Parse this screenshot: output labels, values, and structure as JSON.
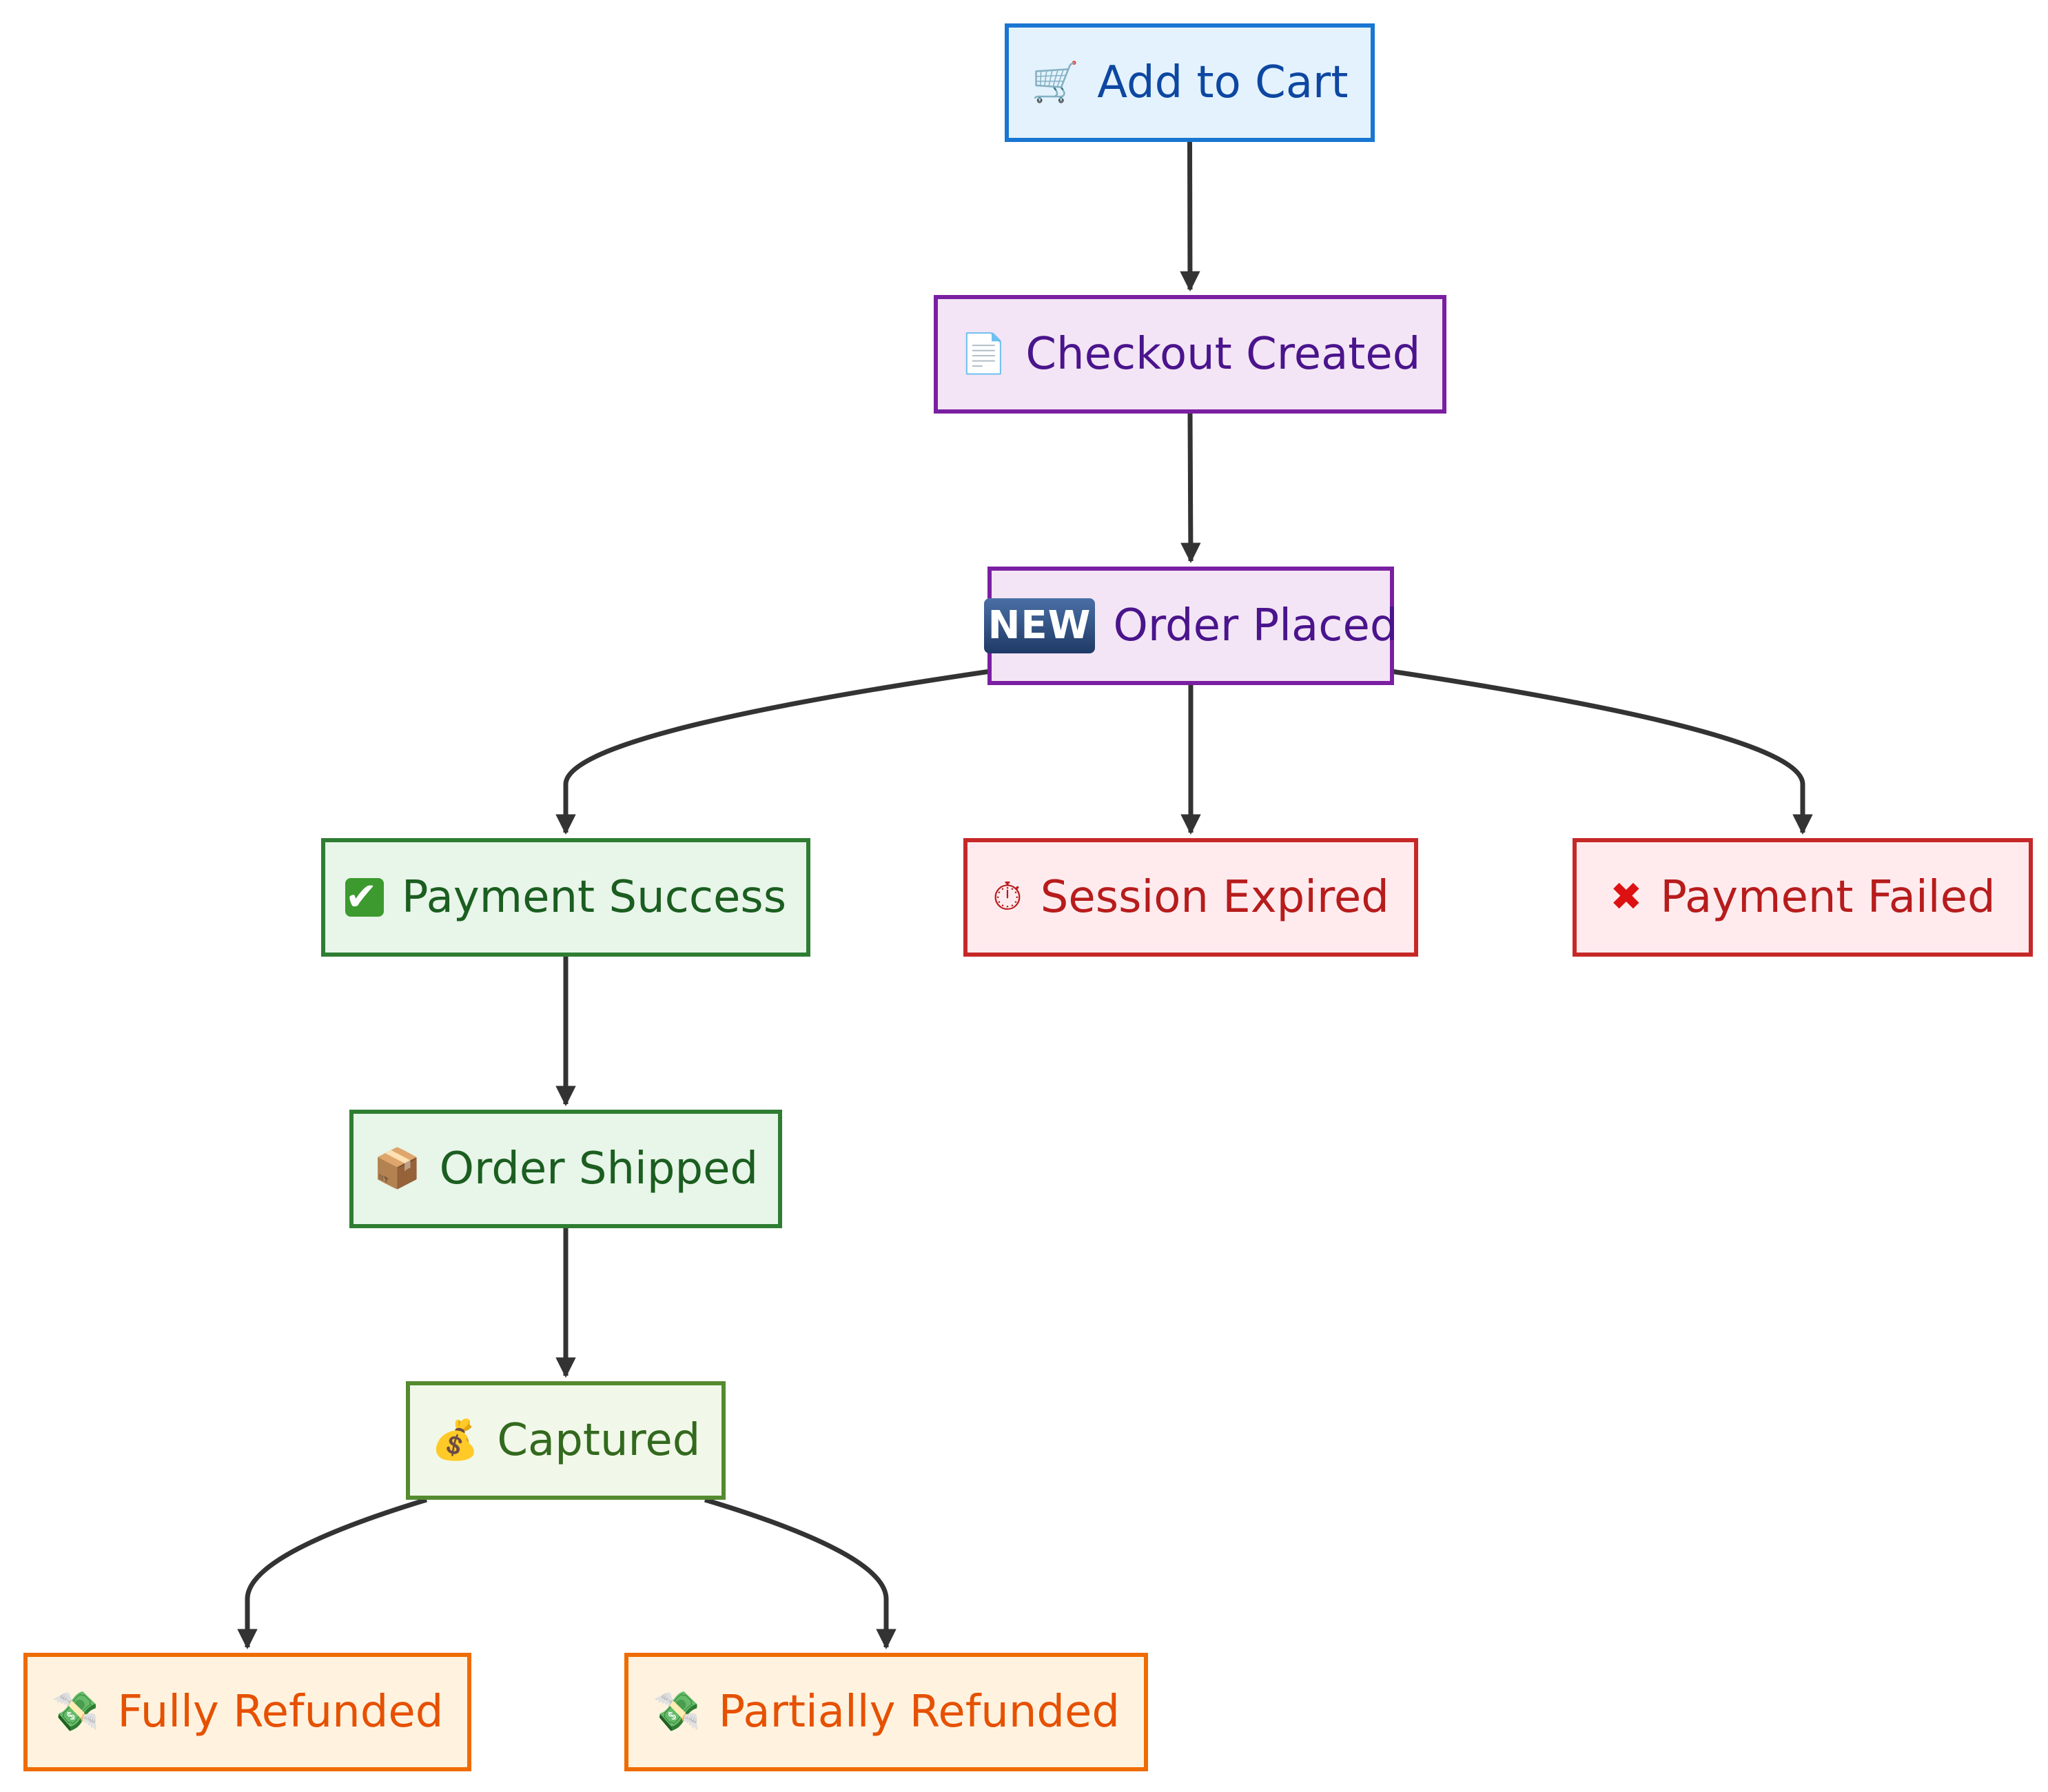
{
  "colors": {
    "edge": "#333333",
    "blue": "#1976d2",
    "purple": "#7b1fa2",
    "green": "#2e7d32",
    "light_green": "#558b2f",
    "red": "#c62828",
    "orange": "#ef6c00"
  },
  "nodes": {
    "add_to_cart": {
      "label": "Add to Cart",
      "icon": "cart-icon",
      "glyph": "🛒"
    },
    "checkout_created": {
      "label": "Checkout Created",
      "icon": "document-icon",
      "glyph": "📄"
    },
    "order_placed": {
      "label": "Order Placed",
      "icon": "new-badge-icon",
      "glyph": "NEW"
    },
    "payment_success": {
      "label": "Payment Success",
      "icon": "checkmark-icon",
      "glyph": "✔"
    },
    "session_expired": {
      "label": "Session Expired",
      "icon": "stopwatch-icon",
      "glyph": "⏱"
    },
    "payment_failed": {
      "label": "Payment Failed",
      "icon": "cross-mark-icon",
      "glyph": "✖"
    },
    "order_shipped": {
      "label": "Order Shipped",
      "icon": "package-icon",
      "glyph": "📦"
    },
    "captured": {
      "label": "Captured",
      "icon": "money-bag-icon",
      "glyph": "💰"
    },
    "fully_refunded": {
      "label": "Fully Refunded",
      "icon": "flying-money-icon",
      "glyph": "💸"
    },
    "partially_refunded": {
      "label": "Partially Refunded",
      "icon": "flying-money-icon",
      "glyph": "💸"
    }
  },
  "edges": [
    {
      "from": "add_to_cart",
      "to": "checkout_created"
    },
    {
      "from": "checkout_created",
      "to": "order_placed"
    },
    {
      "from": "order_placed",
      "to": "payment_success"
    },
    {
      "from": "order_placed",
      "to": "session_expired"
    },
    {
      "from": "order_placed",
      "to": "payment_failed"
    },
    {
      "from": "payment_success",
      "to": "order_shipped"
    },
    {
      "from": "order_shipped",
      "to": "captured"
    },
    {
      "from": "captured",
      "to": "fully_refunded"
    },
    {
      "from": "captured",
      "to": "partially_refunded"
    }
  ]
}
